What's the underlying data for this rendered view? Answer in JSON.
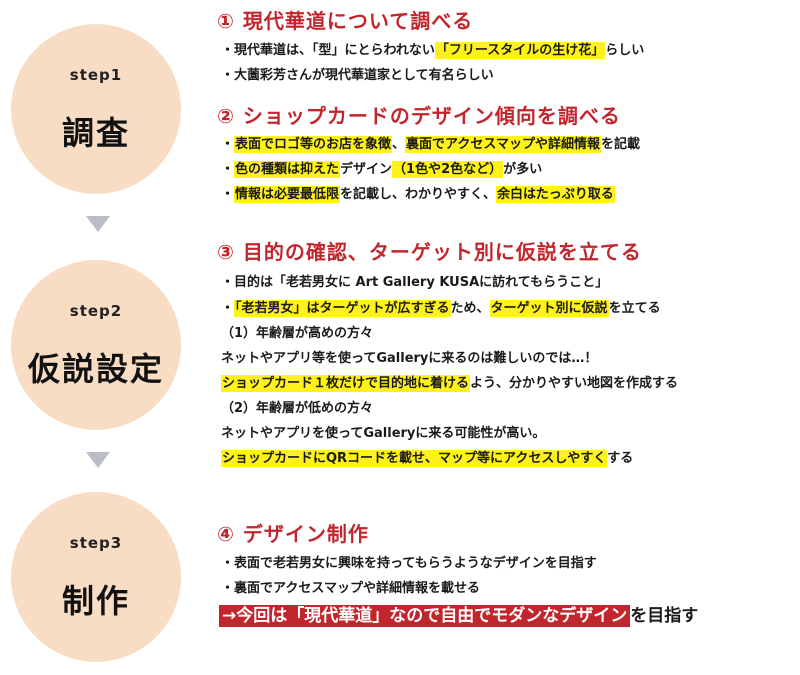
{
  "steps": [
    {
      "step": "step1",
      "name": "調査"
    },
    {
      "step": "step2",
      "name": "仮説設定"
    },
    {
      "step": "step3",
      "name": "制作"
    }
  ],
  "sections": {
    "s1": {
      "heading": "① 現代華道について調べる",
      "l1": {
        "a": "・現代華道は、「型」にとらわれない",
        "b": "「フリースタイルの生け花」",
        "c": "らしい"
      },
      "l2": "・大薗彩芳さんが現代華道家として有名らしい"
    },
    "s2": {
      "heading": "② ショップカードのデザイン傾向を調べる",
      "l1": {
        "a": "・",
        "b": "表面でロゴ等のお店を象徴",
        "c": "、",
        "d": "裏面でアクセスマップや詳細情報",
        "e": "を記載"
      },
      "l2": {
        "a": "・",
        "b": "色の種類は抑えた",
        "c": "デザイン",
        "d": "（1色や2色など）",
        "e": "が多い"
      },
      "l3": {
        "a": "・",
        "b": "情報は必要最低限",
        "c": "を記載し、わかりやすく、",
        "d": "余白はたっぷり取る"
      }
    },
    "s3": {
      "heading": "③ 目的の確認、ターゲット別に仮説を立てる",
      "l1": "・目的は「老若男女に Art Gallery KUSAに訪れてもらうこと」",
      "l2": {
        "a": "・",
        "b": "「老若男女」はターゲットが広すぎる",
        "c": "ため、",
        "d": "ターゲット別に仮説",
        "e": "を立てる"
      },
      "l3": "（1）年齢層が高めの方々",
      "l4": "ネットやアプリ等を使ってGalleryに来るのは難しいのでは…！",
      "l5": {
        "b": "ショップカード１枚だけで目的地に着ける",
        "c": "よう、分かりやすい地図を作成する"
      },
      "l6": "（2）年齢層が低めの方々",
      "l7": "ネットやアプリを使ってGalleryに来る可能性が高い。",
      "l8": {
        "b": "ショップカードにQRコードを載せ、マップ等にアクセスしやすく",
        "c": "する"
      }
    },
    "s4": {
      "heading": "④ デザイン制作",
      "l1": "・表面で老若男女に興味を持ってもらうようなデザインを目指す",
      "l2": "・裏面でアクセスマップや詳細情報を載せる",
      "banner": {
        "red": "→今回は「現代華道」なので自由でモダンなデザイン",
        "rest": "を目指す"
      }
    }
  },
  "colors": {
    "accent_red": "#c1262d",
    "highlight_yellow": "#fff21a",
    "circle_peach": "#f9dcc4",
    "arrow_gray": "#b9bec6"
  }
}
